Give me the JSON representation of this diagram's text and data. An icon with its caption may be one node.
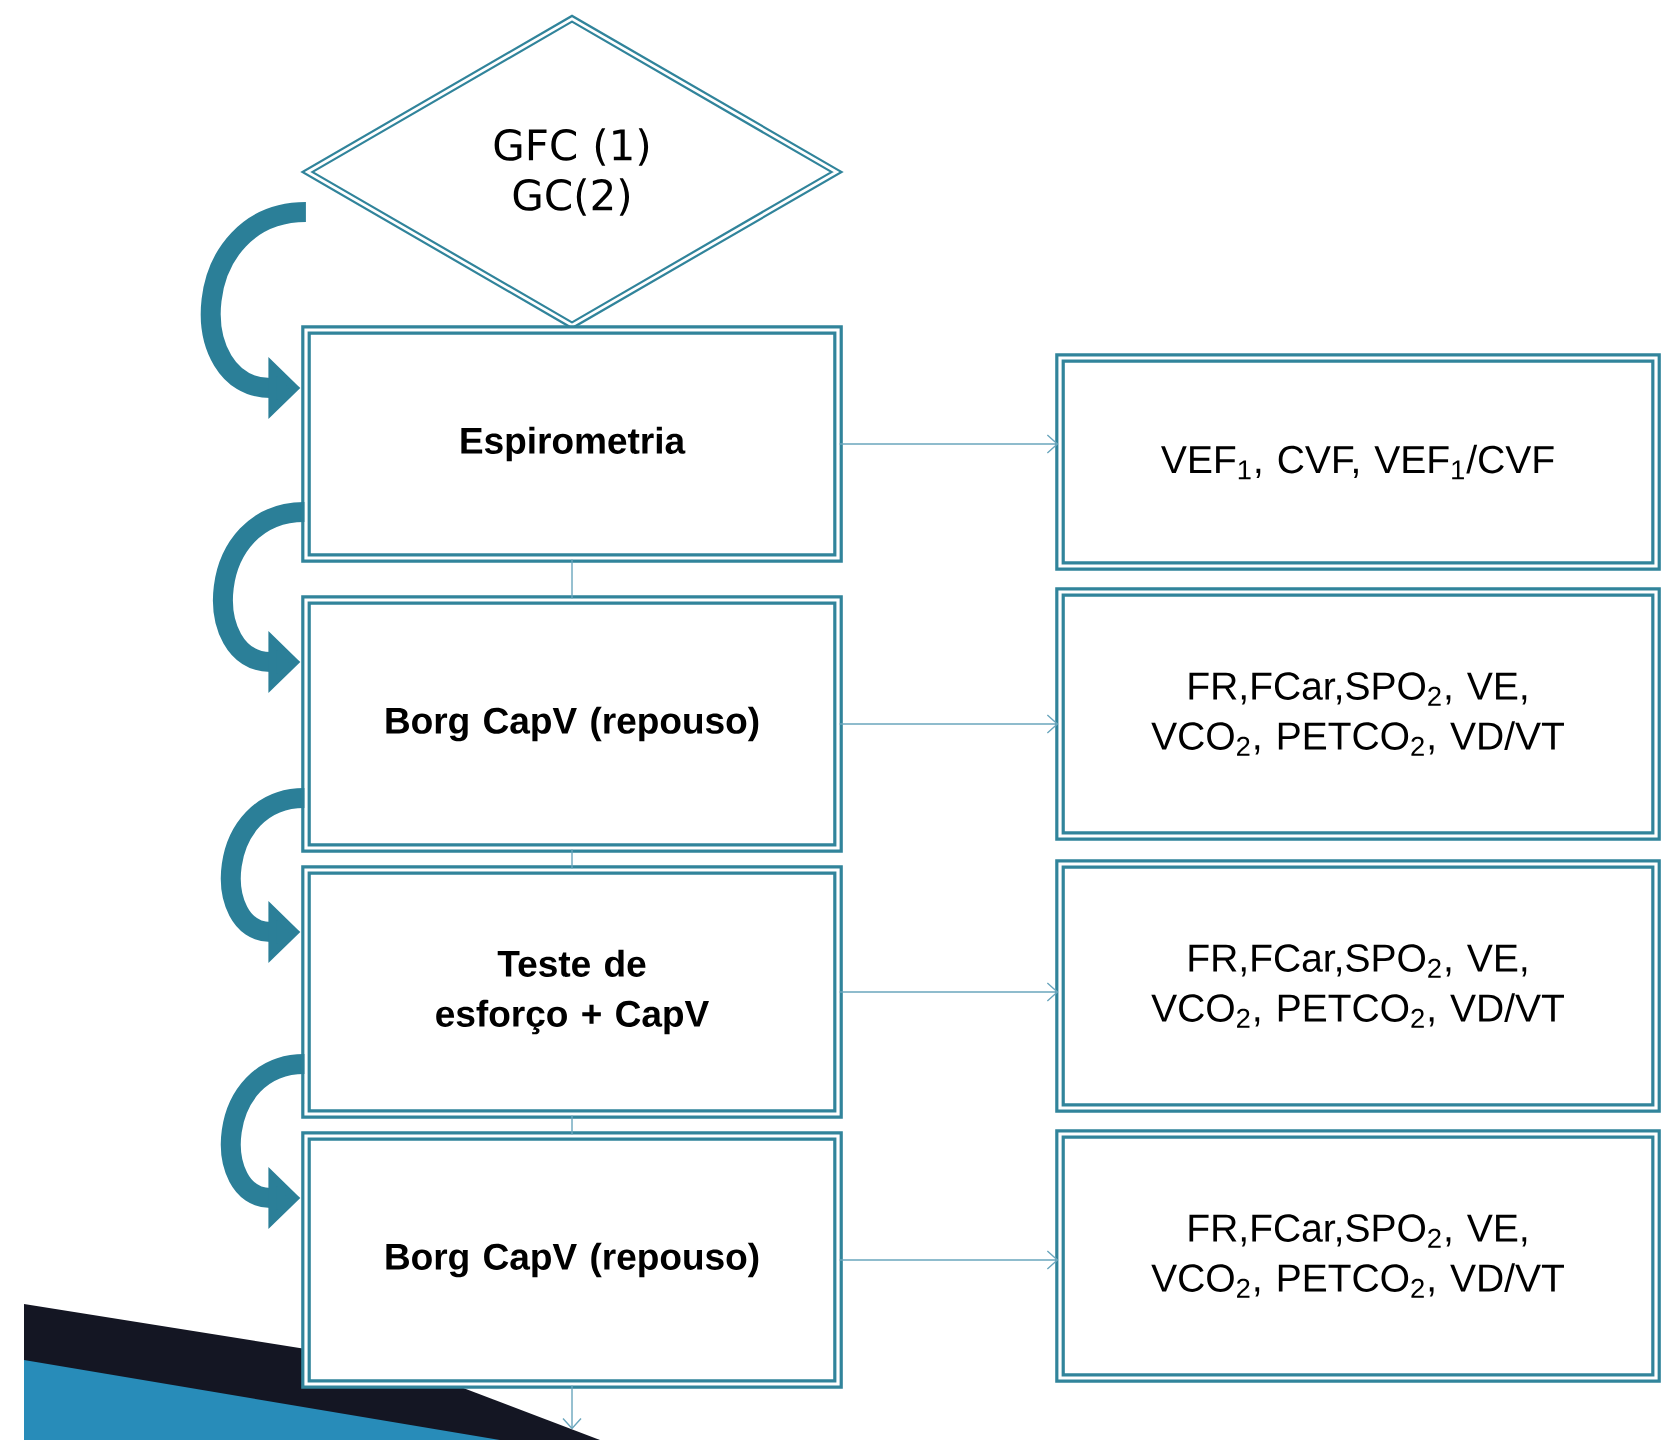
{
  "diagram": {
    "nodes": [
      {
        "text": [
          "GFC (1) GC(2)"
        ]
      },
      {
        "text": [
          "Espirometria"
        ]
      },
      {
        "text": [
          "Borg CapV (repouso)"
        ]
      },
      {
        "text": [
          "Teste de esforço + CapV"
        ]
      },
      {
        "text": [
          "Borg CapV (repouso)"
        ]
      },
      {
        "text": [
          "VEF$_{1}$, CVF, VEF$_{1}$/CVF"
        ]
      },
      {
        "text": [
          "FR,FCar,SPO$_{2}$, VE, VCO$_{2}$, PETCO$_{2}$, VD/VT"
        ]
      },
      {
        "text": [
          "FR,FCar,SPO$_{2}$, VE, VCO$_{2}$, PETCO$_{2}$, VD/VT"
        ]
      },
      {
        "text": [
          "FR,FCar,SPO$_{2}$, VE, VCO$_{2}$, PETCO$_{2}$, VD/VT"
        ]
      }
    ],
    "edges": [
      {
        "from": 0,
        "to": 1,
        "arrow": "to",
        "style": "thick",
        "color": "#2b7f98"
      },
      {
        "from": 1,
        "to": 2,
        "arrow": "to",
        "style": "thick",
        "color": "#2b7f98"
      },
      {
        "from": 2,
        "to": 3,
        "arrow": "to",
        "style": "thick",
        "color": "#2b7f98"
      },
      {
        "from": 3,
        "to": 4,
        "arrow": "to",
        "style": "thick",
        "color": "#2b7f98"
      },
      {
        "from": 1,
        "to": 2,
        "arrow": "none"
      },
      {
        "from": 2,
        "to": 3,
        "arrow": "none"
      },
      {
        "from": 3,
        "to": 4,
        "arrow": "none"
      },
      {
        "from": 1,
        "to": 5,
        "arrow": "to"
      },
      {
        "from": 2,
        "to": 6,
        "arrow": "to"
      },
      {
        "from": 3,
        "to": 7,
        "arrow": "to"
      },
      {
        "from": 4,
        "to": 8,
        "arrow": "to"
      },
      {
        "from": 4,
        "to": null,
        "arrow": "to"
      }
    ]
  }
}
